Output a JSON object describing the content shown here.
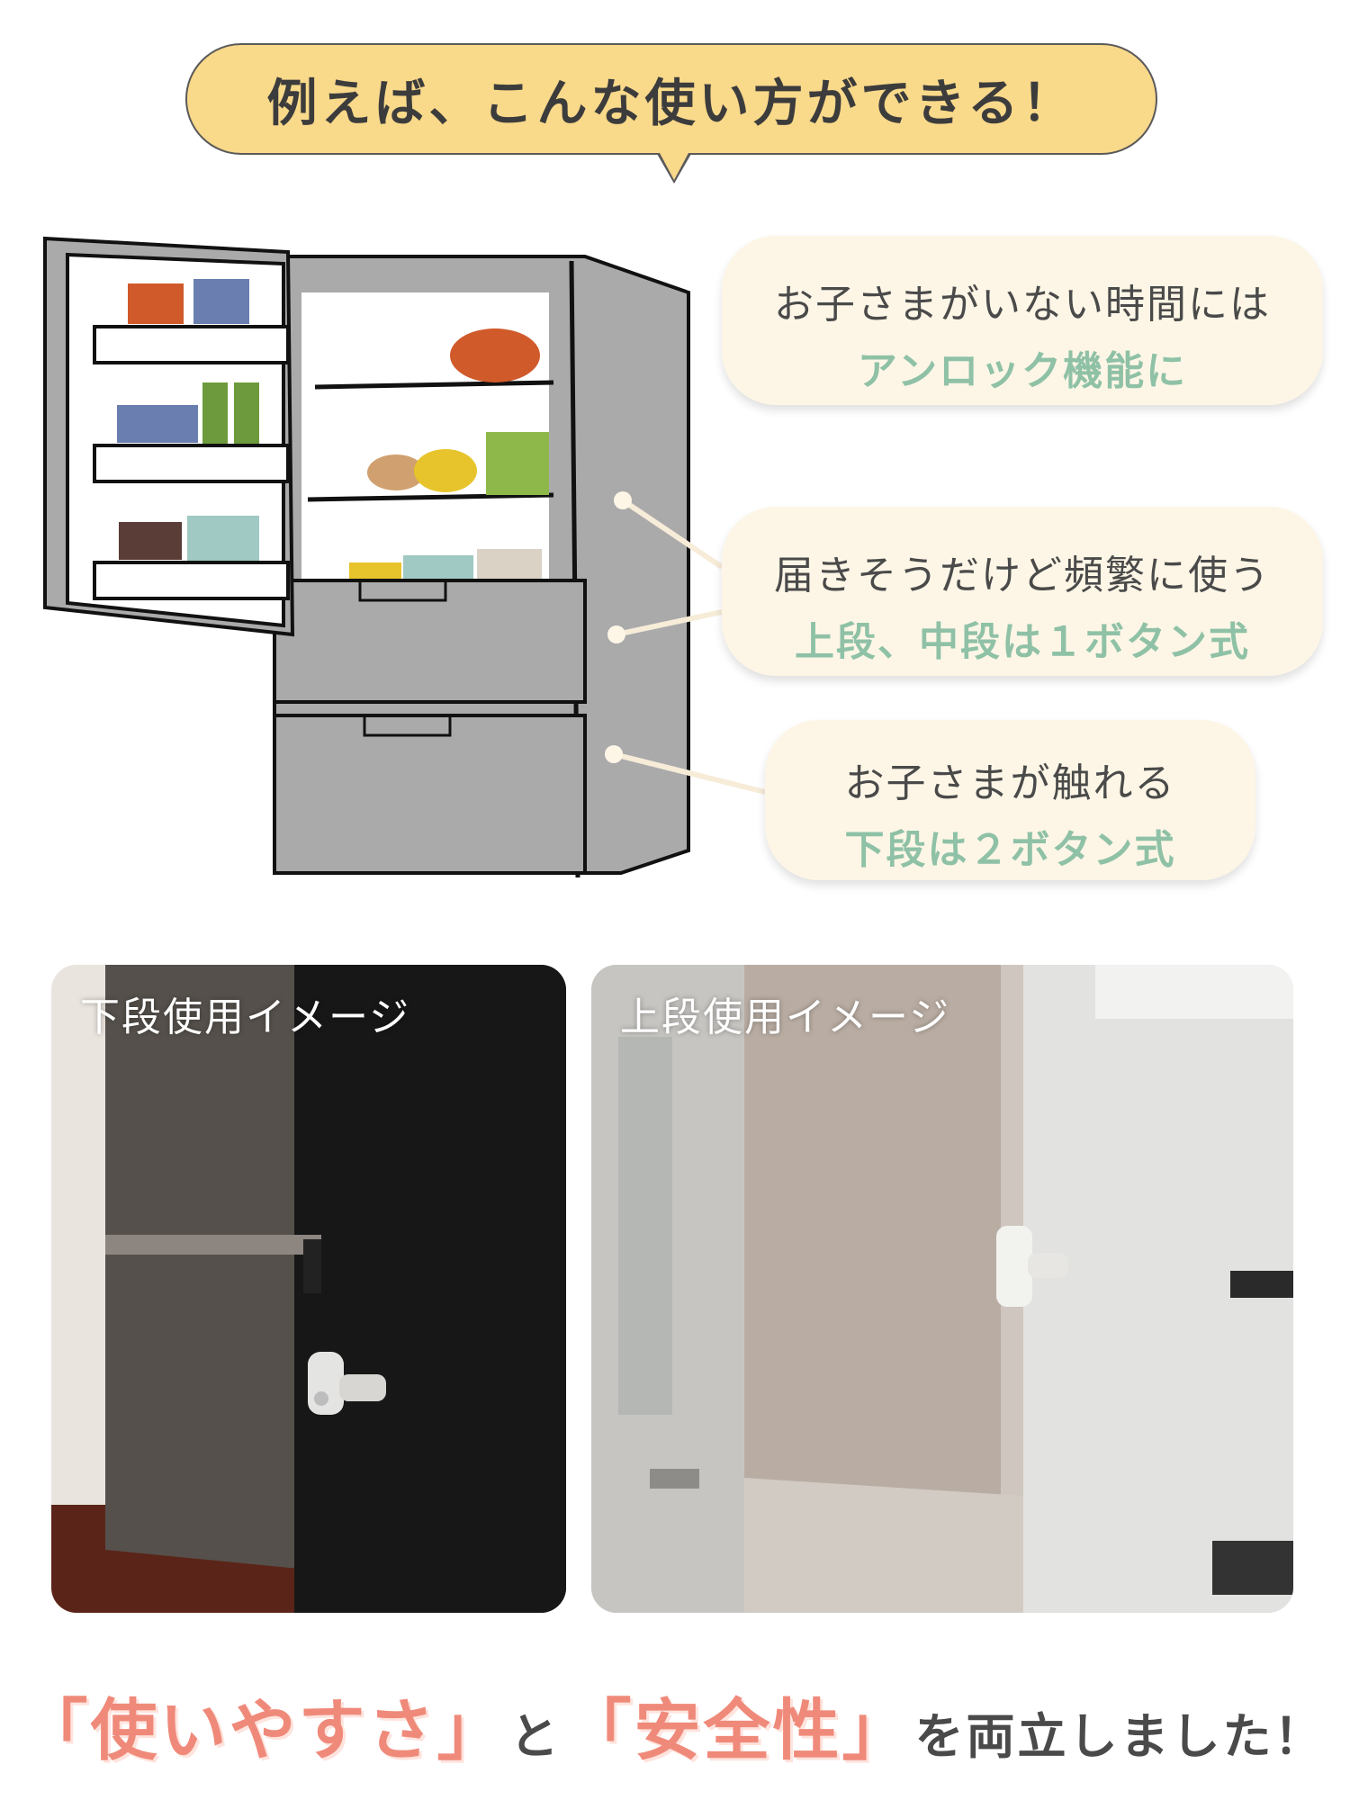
{
  "header": {
    "title": "例えば、こんな使い方ができる！"
  },
  "callouts": [
    {
      "line1": "お子さまがいない時間には",
      "line2": "アンロック機能に"
    },
    {
      "line1": "届きそうだけど頻繁に使う",
      "line2": "上段、中段は１ボタン式"
    },
    {
      "line1": "お子さまが触れる",
      "line2": "下段は２ボタン式"
    }
  ],
  "photos": {
    "left_label": "下段使用イメージ",
    "right_label": "上段使用イメージ"
  },
  "footer": {
    "part1": "「使いやすさ」",
    "part2": "と",
    "part3": "「安全性」",
    "part4": "を両立しました！"
  },
  "colors": {
    "header_bg": "#f9d98a",
    "callout_bg": "#fdf6e6",
    "accent_green": "#8fc1a6",
    "accent_coral": "#ef8a7a",
    "fridge_gray": "#aaaaab"
  }
}
